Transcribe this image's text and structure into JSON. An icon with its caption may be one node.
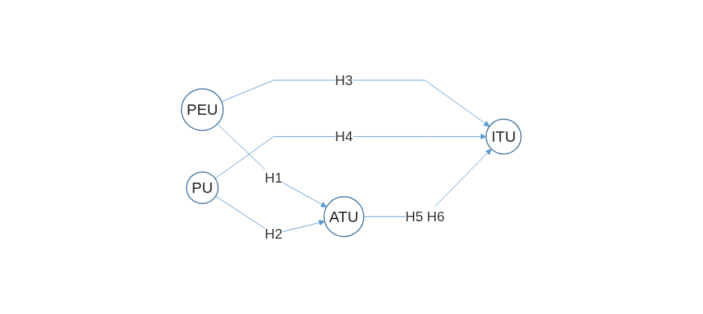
{
  "diagram": {
    "nodes": [
      {
        "text": [
          "PEU"
        ]
      },
      {
        "text": [
          "PU"
        ]
      },
      {
        "text": [
          "ATU"
        ]
      },
      {
        "text": [
          "ITU"
        ]
      }
    ],
    "edges": [
      {
        "from": 0,
        "to": 2,
        "arrow": "to",
        "label": "H1"
      },
      {
        "from": 1,
        "to": 2,
        "arrow": "to",
        "label": "H2"
      },
      {
        "from": 0,
        "to": 3,
        "arrow": "to",
        "label": "H3"
      },
      {
        "from": 1,
        "to": 3,
        "arrow": "to",
        "label": "H4"
      },
      {
        "from": 2,
        "to": 3,
        "arrow": "to",
        "label": "H5 H6"
      }
    ]
  }
}
